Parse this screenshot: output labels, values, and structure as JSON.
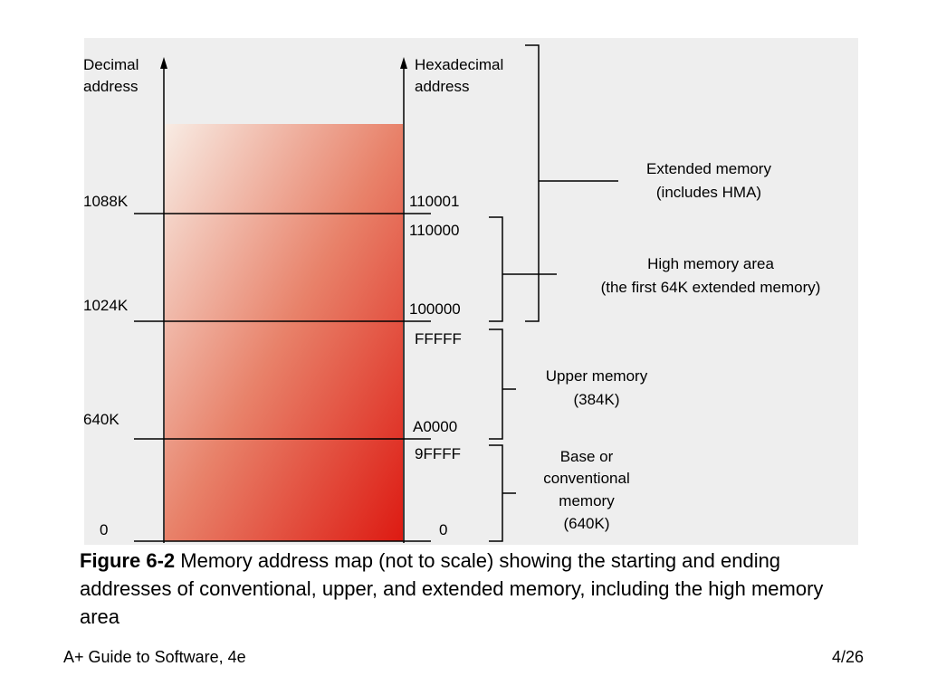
{
  "diagram": {
    "left_axis": {
      "line1": "Decimal",
      "line2": "address"
    },
    "right_axis": {
      "line1": "Hexadecimal",
      "line2": "address"
    },
    "decimal_labels": [
      "1088K",
      "1024K",
      "640K",
      "0"
    ],
    "hex_labels": {
      "a": "110001",
      "b": "110000",
      "c": "100000",
      "d": "FFFFF",
      "e": "A0000",
      "f": "9FFFF",
      "g": "0"
    },
    "regions": {
      "extended": {
        "line1": "Extended memory",
        "line2": "(includes HMA)"
      },
      "hma": {
        "line1": "High memory area",
        "line2": "(the first 64K extended memory)"
      },
      "upper": {
        "line1": "Upper memory",
        "line2": "(384K)"
      },
      "base": {
        "line1": "Base or",
        "line2": "conventional",
        "line3": "memory",
        "line4": "(640K)"
      }
    },
    "colors": {
      "gradient_light": "#f7e9df",
      "gradient_dark": "#dd1a12",
      "panel_bg": "#eeeeee"
    }
  },
  "caption": {
    "figure_label": "Figure 6-2",
    "text": " Memory address map (not to scale) showing the starting and ending addresses of conventional, upper, and extended memory, including the high memory area"
  },
  "footer": {
    "left": "A+ Guide to Software, 4e",
    "right": "4/26"
  }
}
